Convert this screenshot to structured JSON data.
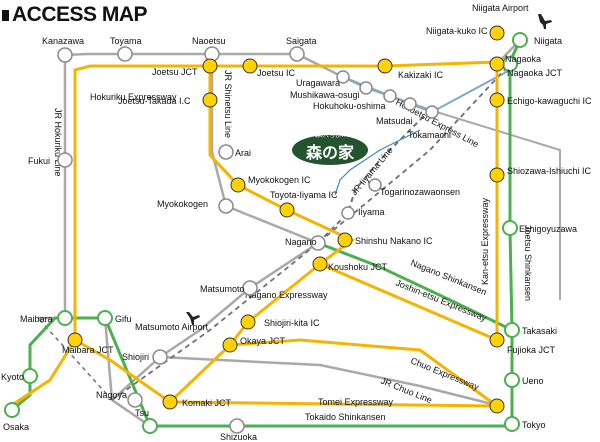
{
  "title": "ACCESS MAP",
  "colors": {
    "expressway": "#f5b400",
    "shinkansen": "#4caf50",
    "jr_line": "#a9a9a9",
    "dashed_line": "#707070",
    "hokuetsu": "#7fa7c7",
    "ic_fill": "#ffd200",
    "station_fill": "#ffffff",
    "station_stroke": "#8a8a8a",
    "green_ring": "#4caf50",
    "logo_bg": "#24532f",
    "river": "#3a8ac4"
  },
  "logo": {
    "name": "森の家",
    "caption": "森のくらし…"
  },
  "airports": [
    {
      "label": "Niigata Airport"
    },
    {
      "label": "Matsumoto Airport"
    }
  ],
  "labels": {
    "kanazawa": "Kanazawa",
    "toyama": "Toyama",
    "naoetsu": "Naoetsu",
    "saigata": "Saigata",
    "niigata_kuko_ic": "Niigata-kuko IC",
    "niigata": "Niigata",
    "nagaoka": "Nagaoka",
    "nagaoka_jct": "Nagaoka JCT",
    "joetsu_jct": "Joetsu JCT",
    "joetsu_ic": "Joetsu IC",
    "kakizaki_ic": "Kakizaki IC",
    "uragawara": "Uragawara",
    "mushikawa_osugi": "Mushikawa-osugi",
    "hokuhoku_oshima": "Hokuhoku-oshima",
    "hokuetsu_express_line": "Hokuetsu Express Line",
    "matsudai": "Matsudai",
    "tokamachi": "Tokamachi",
    "echigo_kawaguchi_ic": "Echigo-kawaguchi IC",
    "hokuriku_expressway": "Hokuriku Expressway",
    "joetsu_takada_ic": "Joetsu-Takada I.C",
    "jr_hokuriku_line": "JR Hokuriku Line",
    "jr_shinetsu_line": "JR Shinetsu Line",
    "arai": "Arai",
    "fukui": "Fukui",
    "myokokogen_ic": "Myokokogen IC",
    "toyota_iiyama_ic": "Toyota-Iiyama IC",
    "myokokogen": "Myokokogen",
    "jr_iiyama_line": "JR Iiyama Line",
    "togarinozawaonsen": "Togarinozawaonsen",
    "iiyama": "Iiyama",
    "shiozawa_ishiuchi_ic": "Shiozawa-Ishiuchi IC",
    "echigoyuzawa": "Echigoyuzawa",
    "kan_etsu_expressway": "Kan-etsu Expressway",
    "joetsu_shinkansen": "Joetsu Shinkansen",
    "nagano": "Nagano",
    "shinshu_nakano_ic": "Shinshu Nakano IC",
    "koushoku_jct": "Koushoku JCT",
    "nagano_shinkansen": "Nagano Shinkansen",
    "joshin_etsu_expressway": "Joshin-etsu Expressway",
    "nagano_expressway": "Nagano Expressway",
    "matsumoto": "Matsumoto",
    "maibara": "Maibara",
    "gifu": "Gifu",
    "maibara_jct": "Maibara JCT",
    "shiojiri_kita_ic": "Shiojiri-kita IC",
    "okaya_jct": "Okaya JCT",
    "shiojiri": "Shiojiri",
    "takasaki": "Takasaki",
    "fujioka_jct": "Fujioka JCT",
    "kyoto": "Kyoto",
    "chuo_expressway": "Chuo Expressway",
    "jr_chuo_line": "JR Chuo Line",
    "ueno": "Ueno",
    "nagoya": "Nagoya",
    "komaki_jct": "Komaki JCT",
    "tomei_expressway": "Tomei Expressway",
    "tokaido_shinkansen": "Tokaido Shinkansen",
    "tsu": "Tsu",
    "tokyo": "Tokyo",
    "osaka": "Osaka",
    "shizuoka": "Shizuoka"
  }
}
